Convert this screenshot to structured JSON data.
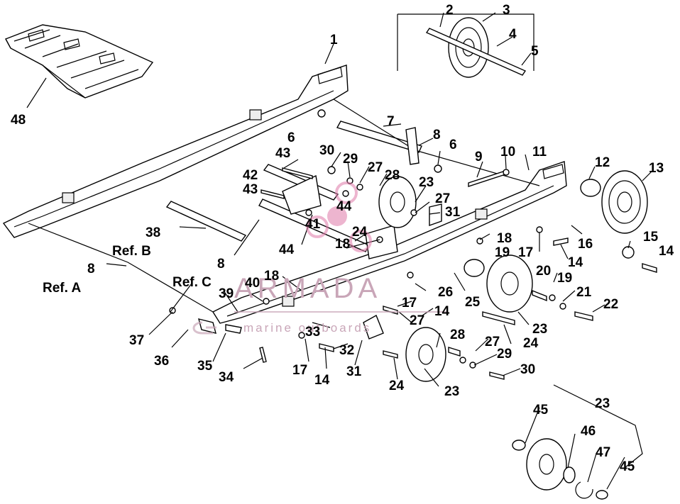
{
  "callouts": {
    "n1": "1",
    "n2": "2",
    "n3": "3",
    "n4": "4",
    "n5": "5",
    "n6a": "6",
    "n6b": "6",
    "n7": "7",
    "n8a": "8",
    "n8b": "8",
    "n8c": "8",
    "n9": "9",
    "n10": "10",
    "n11": "11",
    "n12": "12",
    "n13": "13",
    "n14a": "14",
    "n14b": "14",
    "n14c": "14",
    "n14d": "14",
    "n15": "15",
    "n16": "16",
    "n17a": "17",
    "n17b": "17",
    "n17c": "17",
    "n18a": "18",
    "n18b": "18",
    "n18c": "18",
    "n19a": "19",
    "n19b": "19",
    "n20": "20",
    "n21": "21",
    "n22": "22",
    "n23a": "23",
    "n23b": "23",
    "n23c": "23",
    "n23d": "23",
    "n24a": "24",
    "n24b": "24",
    "n24c": "24",
    "n25": "25",
    "n26": "26",
    "n27a": "27",
    "n27b": "27",
    "n27c": "27",
    "n27d": "27",
    "n28a": "28",
    "n28b": "28",
    "n29a": "29",
    "n29b": "29",
    "n30a": "30",
    "n30b": "30",
    "n31a": "31",
    "n31b": "31",
    "n32": "32",
    "n33": "33",
    "n34": "34",
    "n35": "35",
    "n36": "36",
    "n37": "37",
    "n38": "38",
    "n39": "39",
    "n40": "40",
    "n41": "41",
    "n42": "42",
    "n43a": "43",
    "n43b": "43",
    "n44a": "44",
    "n44b": "44",
    "n45a": "45",
    "n45b": "45",
    "n46": "46",
    "n47": "47",
    "n48": "48"
  },
  "refs": {
    "ref_a": "Ref. A",
    "ref_b": "Ref. B",
    "ref_c": "Ref. C"
  },
  "watermark": {
    "brand": "ARMADA",
    "tagline": "marine outboards"
  },
  "colors": {
    "line": "#000000",
    "watermark": "#c9a6b8",
    "watermark_logo": "#e07aa8"
  }
}
